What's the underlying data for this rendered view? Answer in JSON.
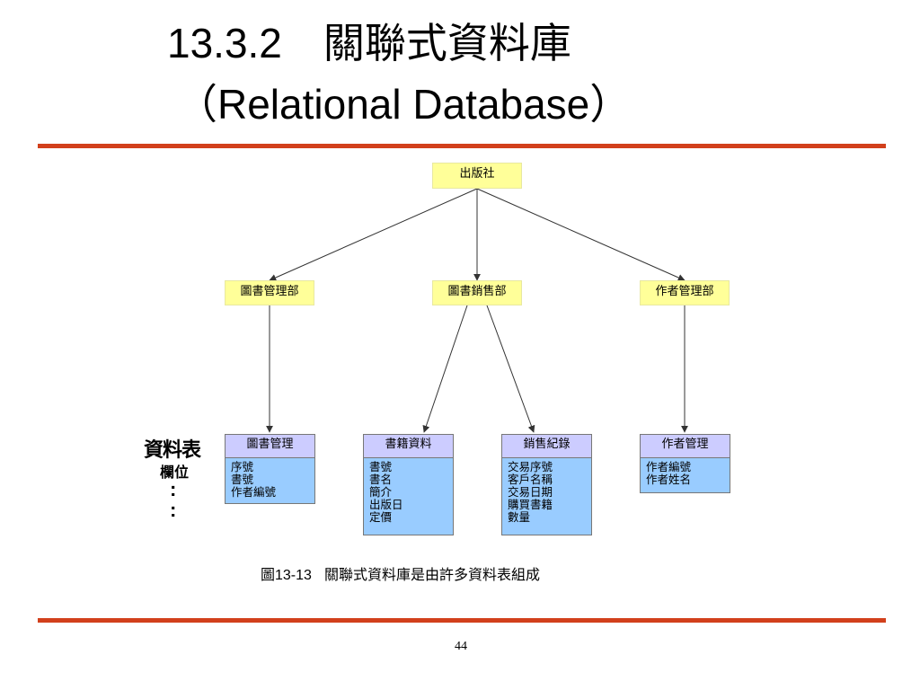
{
  "slide": {
    "title_line1": "13.3.2　關聯式資料庫",
    "title_line2": "（Relational Database）",
    "page_number": "44",
    "accent_color": "#d2401c"
  },
  "diagram": {
    "root": "出版社",
    "departments": [
      "圖書管理部",
      "圖書銷售部",
      "作者管理部"
    ],
    "tables": [
      {
        "name": "圖書管理",
        "fields": [
          "序號",
          "書號",
          "作者編號"
        ]
      },
      {
        "name": "書籍資料",
        "fields": [
          "書號",
          "書名",
          "簡介",
          "出版日",
          "定價"
        ]
      },
      {
        "name": "銷售紀錄",
        "fields": [
          "交易序號",
          "客戶名稱",
          "交易日期",
          "購買書籍",
          "數量"
        ]
      },
      {
        "name": "作者管理",
        "fields": [
          "作者編號",
          "作者姓名"
        ]
      }
    ],
    "legend": {
      "table_label": "資料表",
      "field_label": "欄位",
      "ellipsis": ":"
    },
    "node_color": "#ffff99",
    "table_header_color": "#ccccff",
    "table_body_color": "#99ccff"
  },
  "caption": {
    "number": "圖13-13",
    "text": "關聯式資料庫是由許多資料表組成"
  }
}
